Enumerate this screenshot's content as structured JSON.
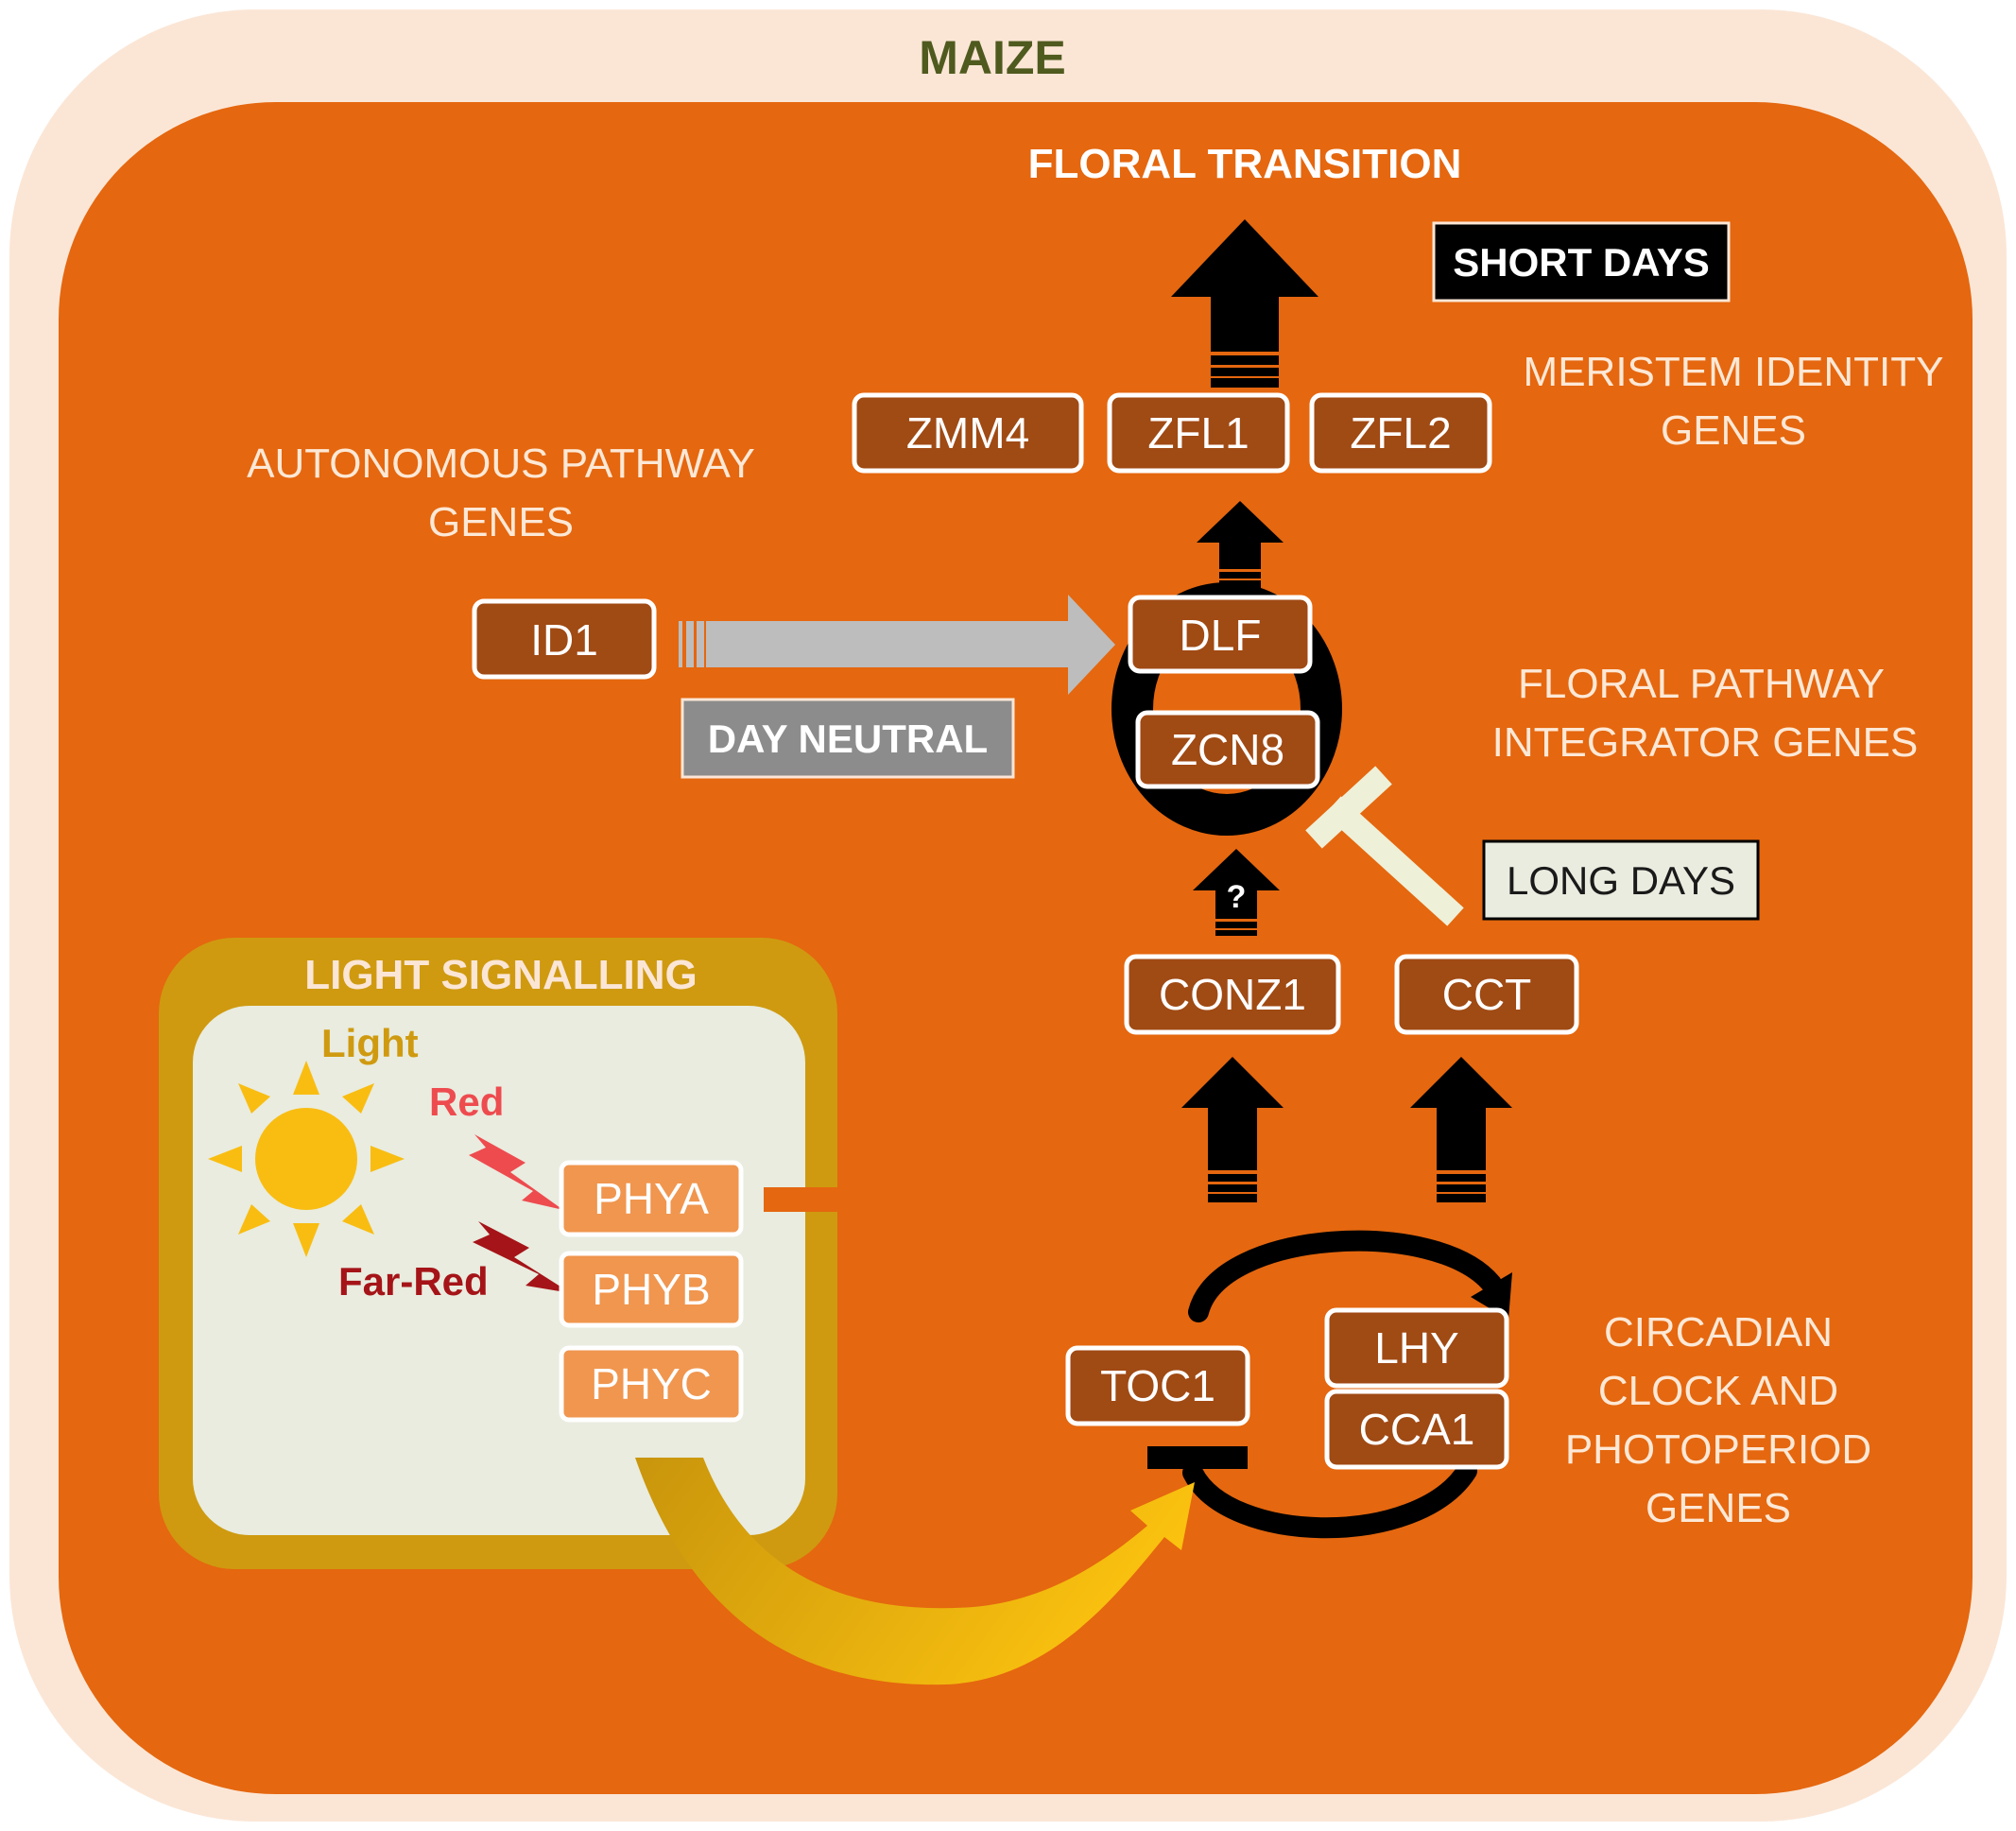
{
  "title": "MAIZE",
  "floral_transition": "FLORAL TRANSITION",
  "conditions": {
    "short_days": "SHORT DAYS",
    "long_days": "LONG DAYS",
    "day_neutral": "DAY NEUTRAL"
  },
  "group_labels": {
    "meristem_identity": [
      "MERISTEM IDENTITY",
      "GENES"
    ],
    "autonomous_pathway": [
      "AUTONOMOUS PATHWAY",
      "GENES"
    ],
    "floral_integrator": [
      "FLORAL PATHWAY",
      "INTEGRATOR GENES"
    ],
    "circadian_clock": [
      "CIRCADIAN",
      "CLOCK AND",
      "PHOTOPERIOD",
      "GENES"
    ]
  },
  "genes": {
    "zmm4": "ZMM4",
    "zfl1": "ZFL1",
    "zfl2": "ZFL2",
    "id1": "ID1",
    "dlf": "DLF",
    "zcn8": "ZCN8",
    "conz1": "CONZ1",
    "cct": "CCT",
    "toc1": "TOC1",
    "lhy": "LHY",
    "cca1": "CCA1"
  },
  "unknown_link": "?",
  "light_signalling": {
    "title": "LIGHT SIGNALLING",
    "light": "Light",
    "red": "Red",
    "far_red": "Far-Red",
    "phytochromes": [
      "PHYA",
      "PHYB",
      "PHYC"
    ]
  },
  "colors": {
    "outer_border": "#fbe6d6",
    "cell_fill": "#e5670f",
    "gene_box": "#a04a14",
    "title_green": "#4f5a1e",
    "light_frame": "#cf9a10",
    "light_panel": "#e9ecdf",
    "phy_box": "#f0964f",
    "sun": "#f9bd12",
    "red": "#ee4b4f",
    "far_red": "#a51418"
  }
}
